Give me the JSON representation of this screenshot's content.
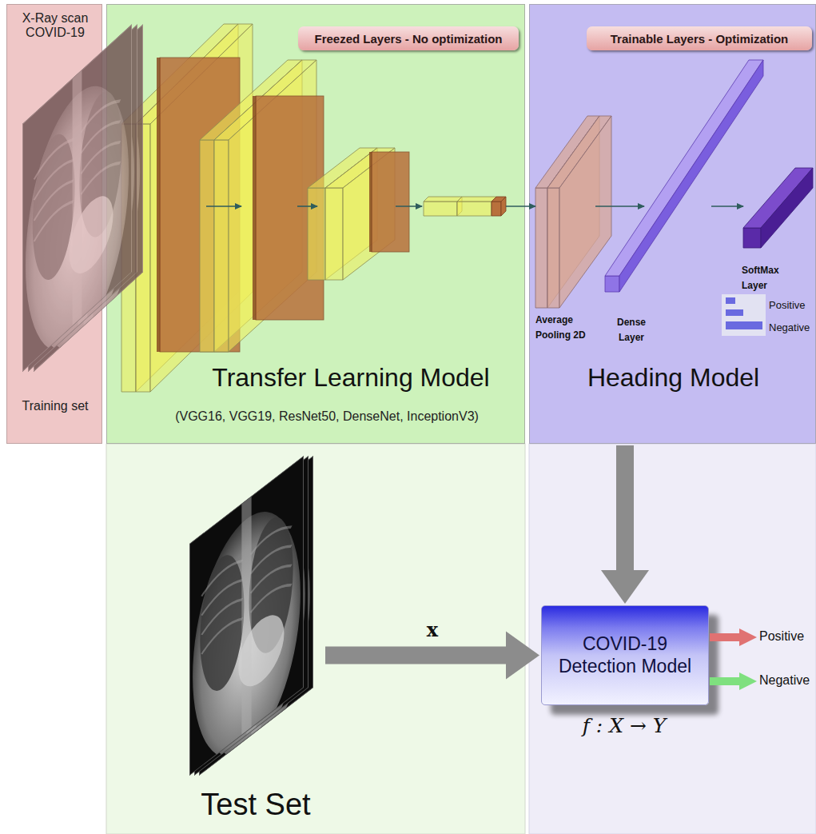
{
  "diagram": {
    "nodes": [
      {
        "text": [
          "X-Ray scan COVID-19",
          "Training set"
        ]
      },
      {
        "text": [
          "Transfer Learning Model",
          "(VGG16, VGG19, ResNet50, DenseNet, InceptionV3)"
        ]
      },
      {
        "text": [
          "Freezed Layers - No optimization"
        ],
        "in": 1
      },
      {
        "text": [
          "Heading Model"
        ]
      },
      {
        "text": [
          "Trainable Layers - Optimization"
        ],
        "in": 3
      },
      {
        "text": [
          "Test Set"
        ]
      },
      {
        "text": [
          "COVID-19 Detection Model"
        ]
      }
    ],
    "edges": [
      {
        "from": 5,
        "to": 6,
        "label": "x",
        "arrow": "to"
      },
      {
        "from": 3,
        "to": 6,
        "arrow": "to"
      }
    ],
    "labels": [
      "Average Pooling 2D",
      "Dense Layer",
      "SoftMax Layer",
      "Positive",
      "Negative",
      "f : X → Y",
      "Positive",
      "Negative"
    ]
  }
}
